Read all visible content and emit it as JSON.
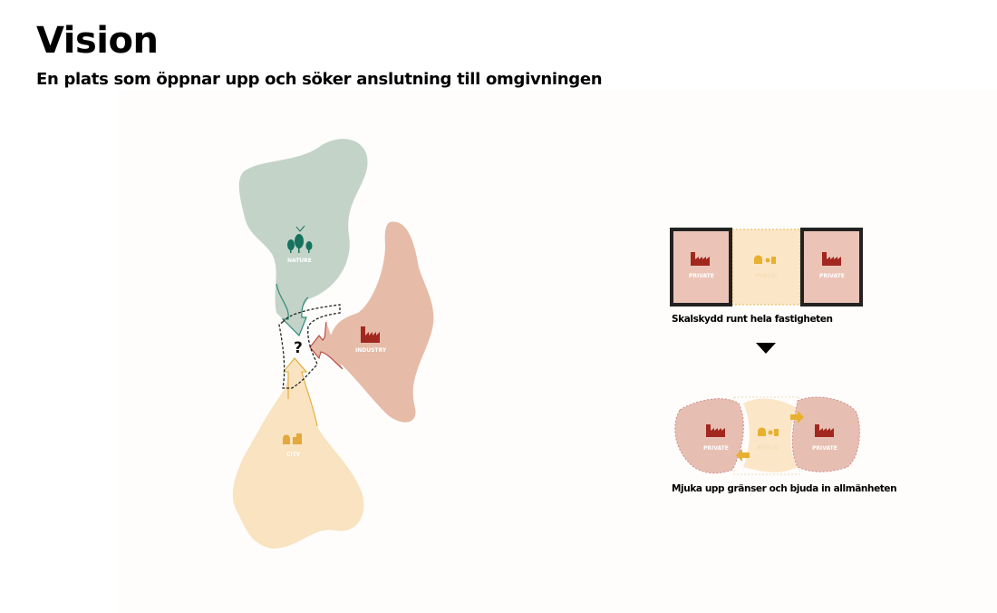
{
  "header": {
    "title": "Vision",
    "subtitle": "En plats som öppnar upp och söker anslutning till omgivningen"
  },
  "left_diagram": {
    "nature_label": "NATURE",
    "industry_label": "INDUSTRY",
    "city_label": "CITY",
    "center_symbol": "?",
    "colors": {
      "nature": "#c3d3c8",
      "industry": "#e8bba8",
      "city": "#f9e3c0",
      "nature_icon": "#16715d",
      "industry_icon": "#a2271f",
      "city_icon": "#e3a93a"
    }
  },
  "right_diagram": {
    "top": {
      "left_label": "PRIVATE",
      "center_label": "PUBLIC",
      "right_label": "PRIVATE",
      "caption": "Skalskydd runt hela fastigheten"
    },
    "bottom": {
      "left_label": "PRIVATE",
      "center_label": "PUBLIC",
      "right_label": "PRIVATE",
      "caption": "Mjuka upp gränser och bjuda in allmänheten"
    }
  }
}
